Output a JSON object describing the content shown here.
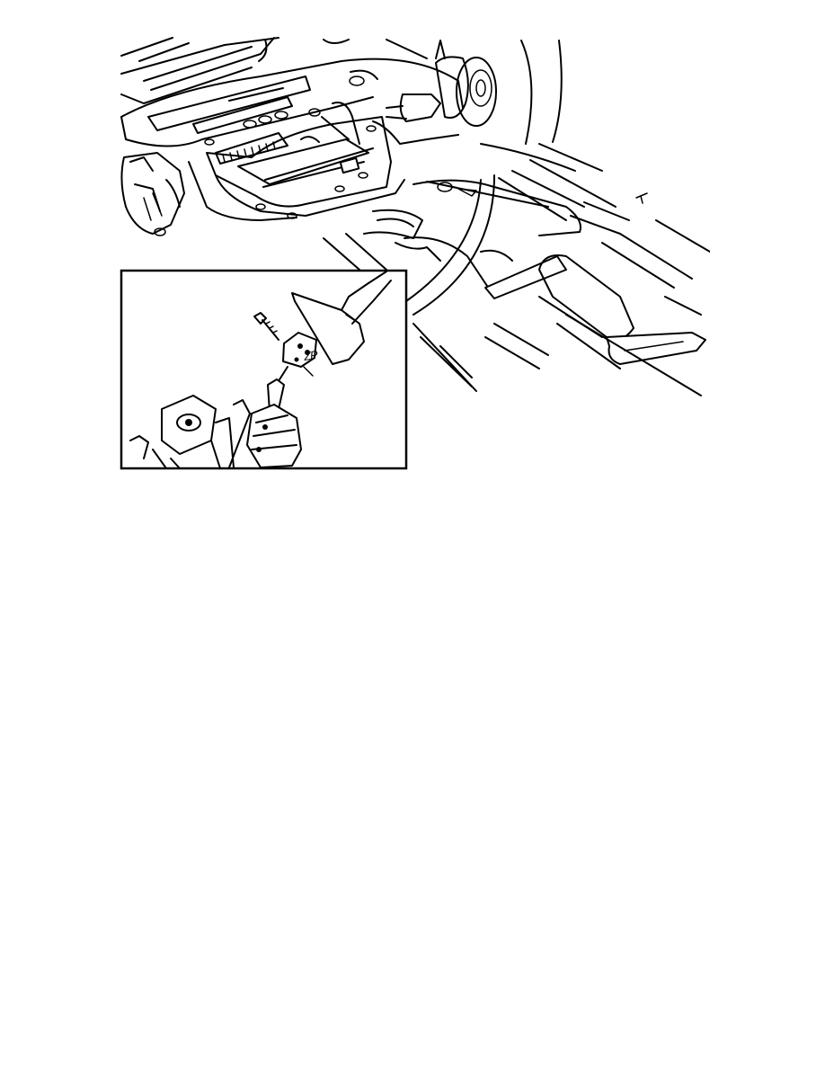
{
  "page": {
    "background": "#ffffff",
    "content_type": "service manual illustration"
  },
  "figure": {
    "description": "Vehicle underbody view showing front subframe, steering rack and exhaust, with detail inset of the steering intermediate shaft universal joint and pinch bolt",
    "main_view": "underbody-subframe",
    "inset": {
      "description": "Steering column intermediate shaft joint detached from steering gear pinion with pinch bolt",
      "callout_label": "ZP"
    },
    "line_color": "#000000"
  }
}
